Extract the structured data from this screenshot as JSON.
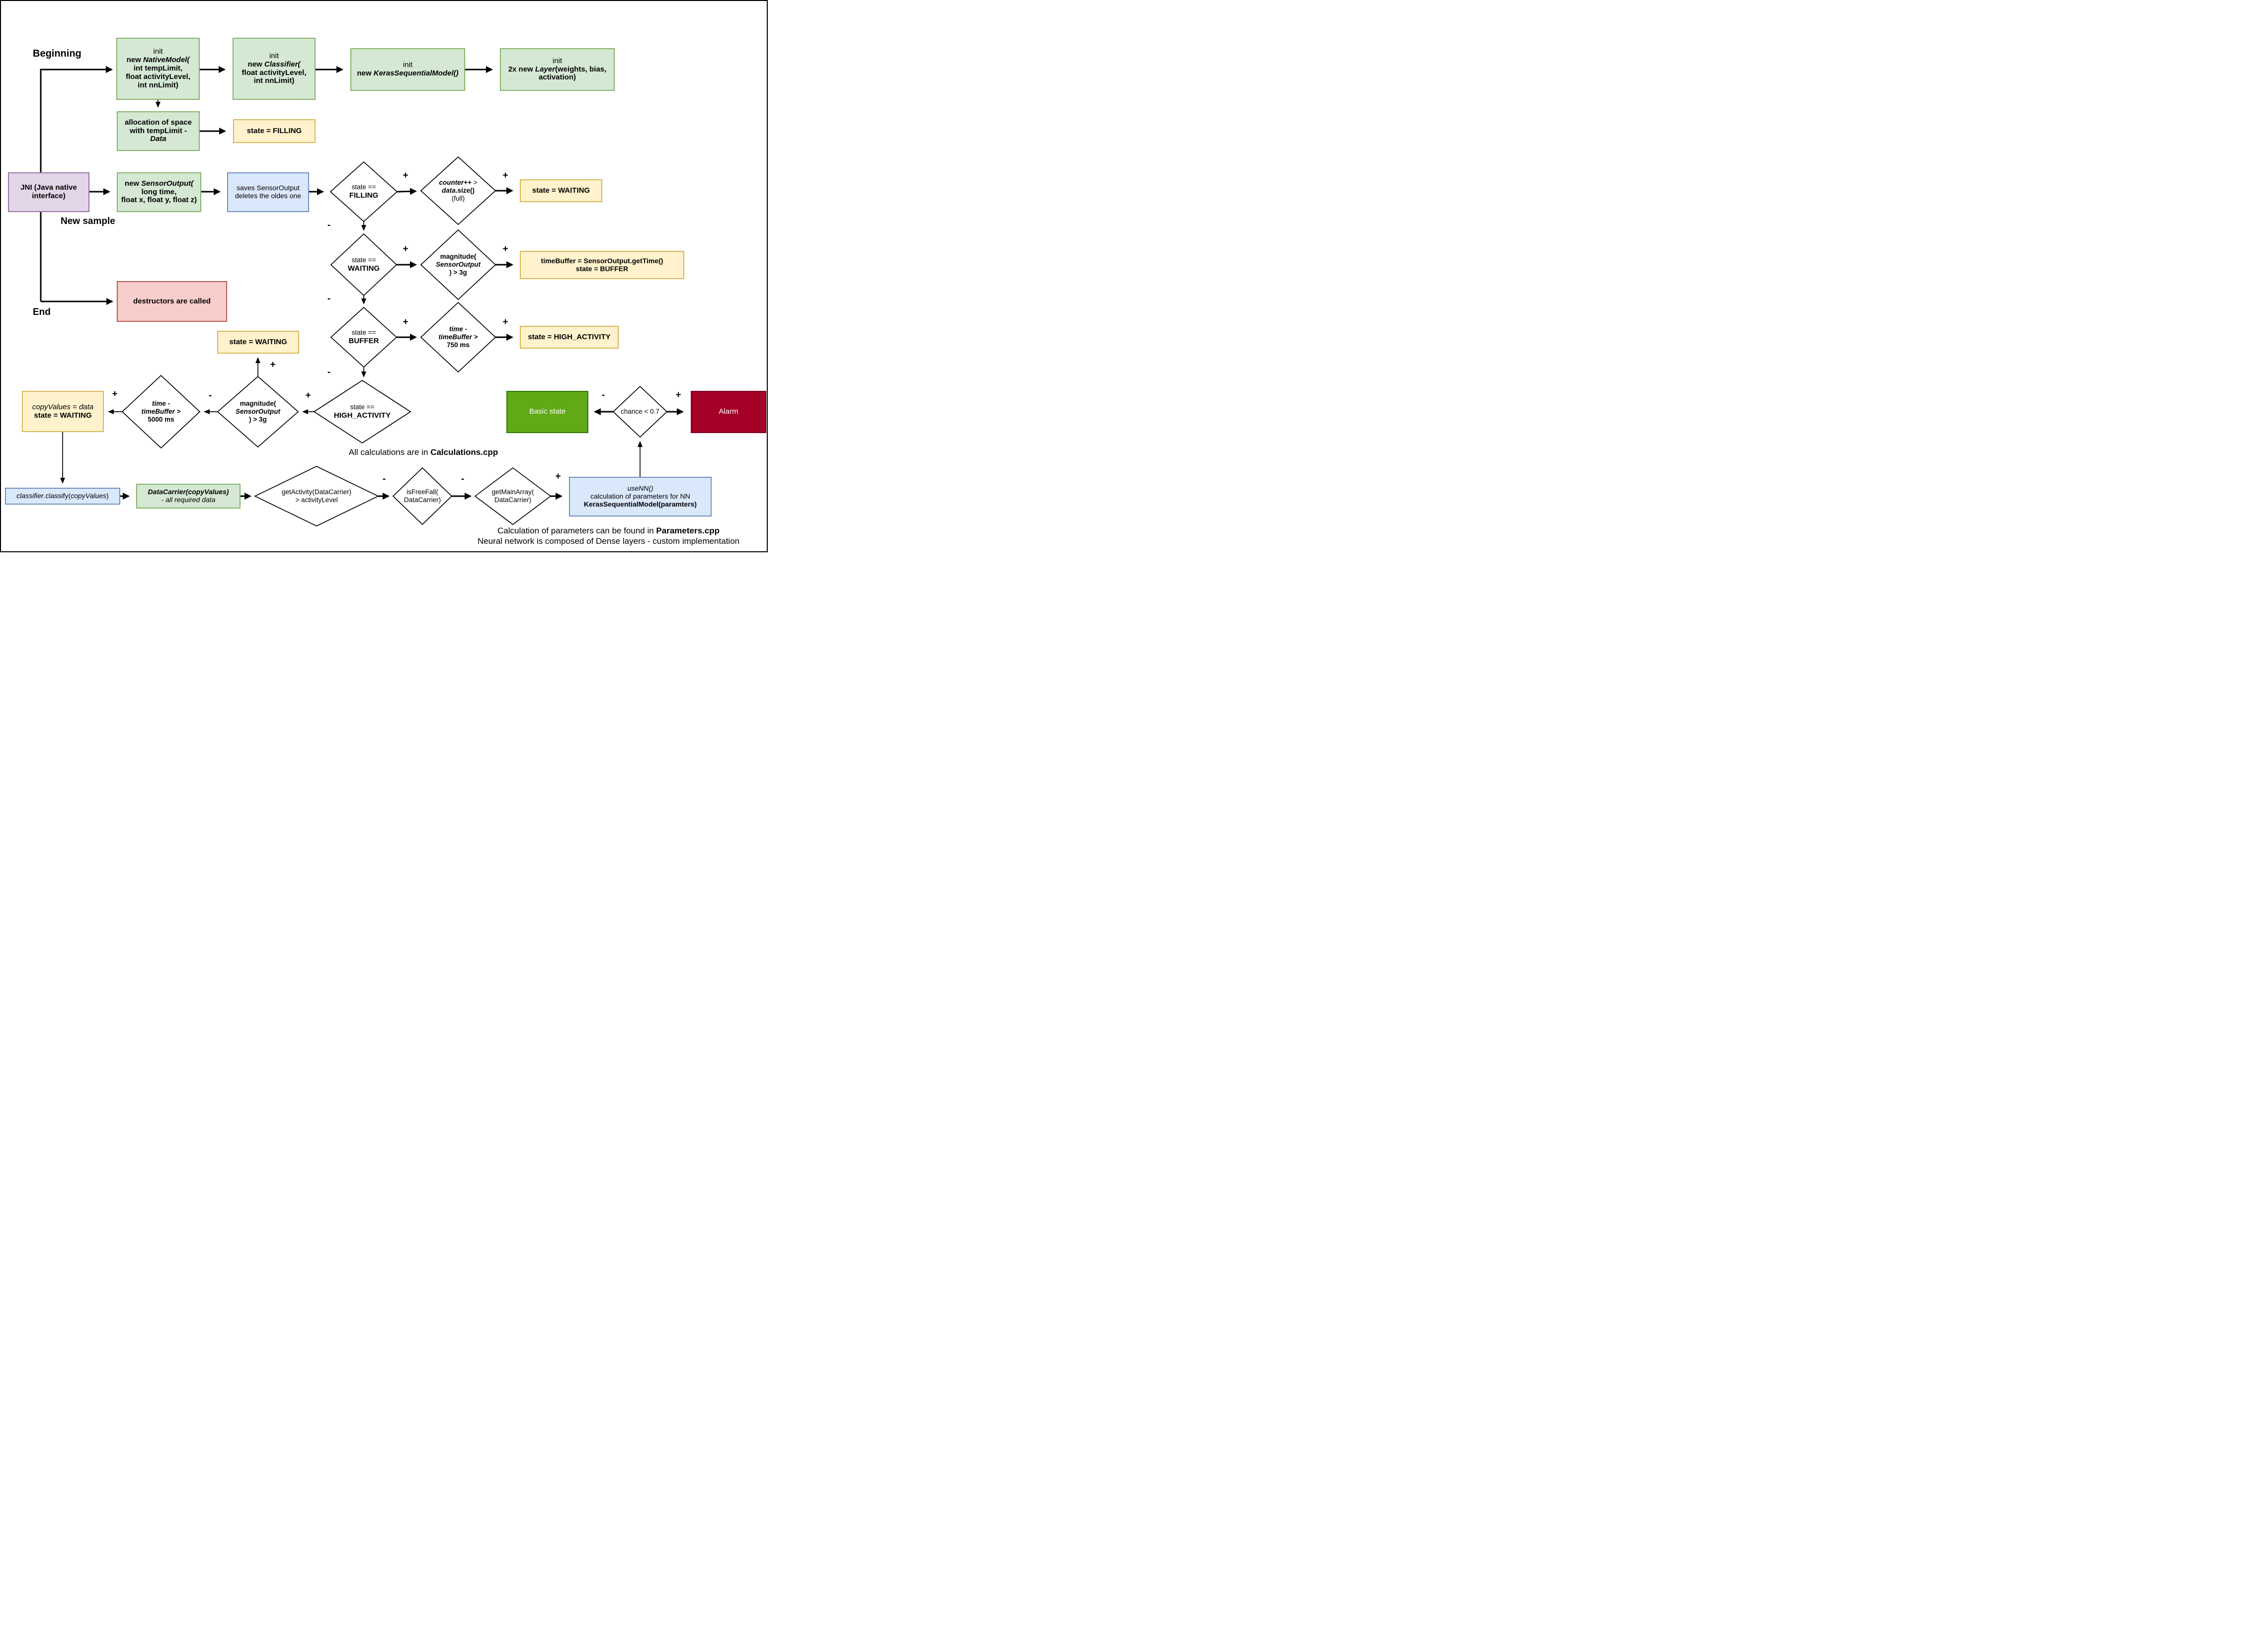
{
  "labels": {
    "beginning": "Beginning",
    "new_sample": "New sample",
    "end": "End",
    "plus": "+",
    "minus": "-"
  },
  "notes": {
    "calc_prefix": "All calculations are in ",
    "calc_file": "Calculations.cpp",
    "params_prefix": "Calculation of parameters can be found in ",
    "params_file": "Parameters.cpp",
    "nn_line": "Neural network is composed of Dense layers - custom implementation"
  },
  "nodes": {
    "native_model": {
      "init": "init",
      "new_kw": "new ",
      "cls": "NativeModel(",
      "p1": "int tempLimit,",
      "p2": "float activityLevel,",
      "p3": "int nnLimit)"
    },
    "classifier_init": {
      "init": "init",
      "new_kw": "new ",
      "cls": "Classifier(",
      "p1": "float activityLevel,",
      "p2": "int nnLimit)"
    },
    "keras_model": {
      "init": "init",
      "new_kw": "new ",
      "cls": "KerasSequentialModel()"
    },
    "layers": {
      "init": "init",
      "new_kw": "2x new ",
      "cls": "Layer",
      "rest": "(weights, bias,",
      "l2": "activation)"
    },
    "allocation": {
      "l1": "allocation of space",
      "l2": "with tempLimit -",
      "l3": "Data"
    },
    "state_filling": {
      "text": "state = FILLING"
    },
    "jni": {
      "l1": "JNI (Java native",
      "l2": "interface)"
    },
    "sensor_output": {
      "new_kw": "new ",
      "cls": "SensorOutput(",
      "p1": "long time,",
      "p2": "float x, float y, float z)"
    },
    "saves": {
      "l1": "saves SensorOutput",
      "l2": "deletes the oldes one"
    },
    "destructors": {
      "text": "destructors are called"
    },
    "state_waiting_top": {
      "text": "state = WAITING"
    },
    "timebuffer": {
      "l1": "timeBuffer = SensorOutput.getTime()",
      "l2": "state = BUFFER"
    },
    "state_high_activity": {
      "text": "state = HIGH_ACTIVITY"
    },
    "state_waiting_mid": {
      "text": "state = WAITING"
    },
    "copy_values": {
      "l1": "copyValues = data",
      "l2": "state = WAITING"
    },
    "basic_state": {
      "text": "Basic state"
    },
    "alarm": {
      "text": "Alarm"
    },
    "classify": {
      "obj": "classifier",
      "call": ".classify(",
      "arg": "copyValues",
      "close": ")"
    },
    "data_carrier": {
      "l1": "DataCarrier(copyValues)",
      "l2": "- all required data"
    },
    "use_nn": {
      "l1": "useNN()",
      "l2": "calculation of parameters for NN",
      "l3": "KerasSequentialModel(paramters)"
    }
  },
  "decisions": {
    "filling": {
      "l1": "state ==",
      "l2": "FILLING"
    },
    "counter": {
      "c": "counter++",
      "gt": " >",
      "d": "data",
      "size": ".size()",
      "full": "(full)"
    },
    "waiting": {
      "l1": "state ==",
      "l2": "WAITING"
    },
    "magnitude1": {
      "l1": "magnitude(",
      "l2": "SensorOutput",
      "l3": ") > 3g"
    },
    "buffer": {
      "l1": "state ==",
      "l2": "BUFFER"
    },
    "time750": {
      "t": "time",
      "m": " -",
      "tb": "timeBuffer",
      "gt": " >",
      "l3": "750 ms"
    },
    "high_activity": {
      "l1": "state ==",
      "l2": "HIGH_ACTIVITY"
    },
    "magnitude2": {
      "l1": "magnitude(",
      "l2": "SensorOutput",
      "l3": ") > 3g"
    },
    "time5000": {
      "t": "time",
      "m": " -",
      "tb": "timeBuffer",
      "gt": " >",
      "l3": "5000 ms"
    },
    "get_activity": {
      "l1": "getActivity(DataCarrier)",
      "l2": "> activityLevel"
    },
    "is_free_fall": {
      "l1": "isFreeFall(",
      "l2": "DataCarrier)"
    },
    "get_main_array": {
      "l1": "getMainArray(",
      "l2": "DataCarrier)"
    },
    "chance": {
      "text": "chance < 0.7"
    }
  },
  "colors": {
    "node_green_fill": "#d5e8d4",
    "node_green_stroke": "#82b366",
    "node_yellow_fill": "#fff2cc",
    "node_yellow_stroke": "#d6b656",
    "node_blue_fill": "#dae8fc",
    "node_blue_stroke": "#6c8ebf",
    "node_purple_fill": "#e1d5e7",
    "node_purple_stroke": "#9673a6",
    "node_pink_fill": "#f8cecc",
    "node_pink_stroke": "#b85450",
    "basic_state_fill": "#60a917",
    "basic_state_stroke": "#2d7600",
    "alarm_fill": "#a50026",
    "alarm_stroke": "#7a001c",
    "connector": "#000000",
    "background": "#ffffff"
  }
}
